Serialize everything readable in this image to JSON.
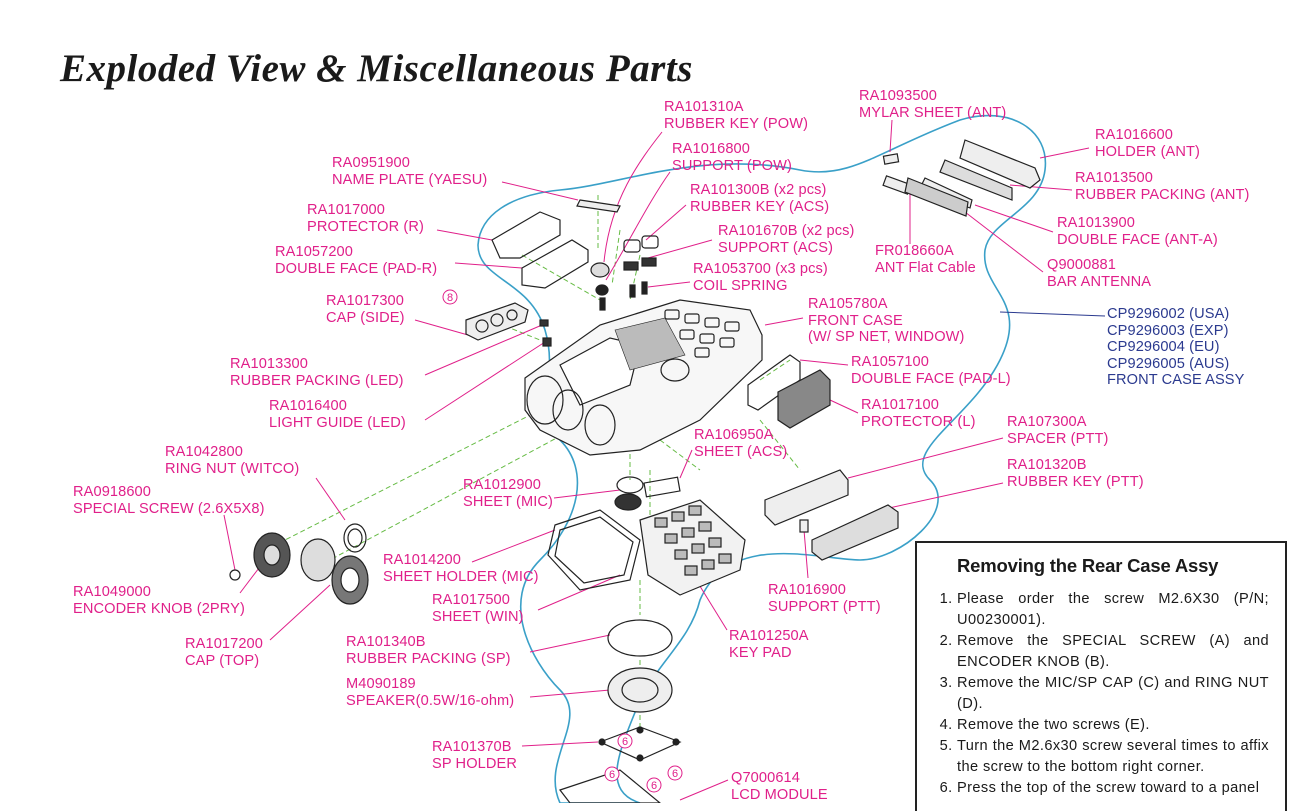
{
  "title": "Exploded View & Miscellaneous Parts",
  "labels": [
    {
      "id": "rubber-key-pow",
      "lines": [
        "RA101310A",
        "RUBBER KEY (POW)"
      ]
    },
    {
      "id": "mylar-sheet-ant",
      "lines": [
        "RA1093500",
        "MYLAR SHEET (ANT)"
      ]
    },
    {
      "id": "support-pow",
      "lines": [
        "RA1016800",
        "SUPPORT (POW)"
      ]
    },
    {
      "id": "name-plate",
      "lines": [
        "RA0951900",
        "NAME PLATE (YAESU)"
      ]
    },
    {
      "id": "holder-ant",
      "lines": [
        "RA1016600",
        "HOLDER (ANT)"
      ]
    },
    {
      "id": "rubber-key-acs",
      "lines": [
        "RA101300B (x2 pcs)",
        "RUBBER KEY (ACS)"
      ]
    },
    {
      "id": "rubber-packing-ant",
      "lines": [
        "RA1013500",
        "RUBBER PACKING (ANT)"
      ]
    },
    {
      "id": "protector-r",
      "lines": [
        "RA1017000",
        "PROTECTOR (R)"
      ]
    },
    {
      "id": "support-acs",
      "lines": [
        "RA101670B (x2 pcs)",
        "SUPPORT (ACS)"
      ]
    },
    {
      "id": "double-face-ant-a",
      "lines": [
        "RA1013900",
        "DOUBLE FACE (ANT-A)"
      ]
    },
    {
      "id": "double-face-pad-r",
      "lines": [
        "RA1057200",
        "DOUBLE FACE (PAD-R)"
      ]
    },
    {
      "id": "ant-flat-cable",
      "lines": [
        "FR018660A",
        "ANT Flat Cable"
      ]
    },
    {
      "id": "coil-spring",
      "lines": [
        "RA1053700 (x3 pcs)",
        "COIL SPRING"
      ]
    },
    {
      "id": "bar-antenna",
      "lines": [
        "Q9000881",
        "BAR ANTENNA"
      ]
    },
    {
      "id": "cap-side",
      "lines": [
        "RA1017300",
        "CAP (SIDE)"
      ]
    },
    {
      "id": "front-case",
      "lines": [
        "RA105780A",
        "FRONT CASE",
        "(W/ SP NET, WINDOW)"
      ]
    },
    {
      "id": "rubber-packing-led",
      "lines": [
        "RA1013300",
        "RUBBER PACKING (LED)"
      ]
    },
    {
      "id": "double-face-pad-l",
      "lines": [
        "RA1057100",
        "DOUBLE FACE (PAD-L)"
      ]
    },
    {
      "id": "light-guide-led",
      "lines": [
        "RA1016400",
        "LIGHT GUIDE (LED)"
      ]
    },
    {
      "id": "protector-l",
      "lines": [
        "RA1017100",
        "PROTECTOR (L)"
      ]
    },
    {
      "id": "spacer-ptt",
      "lines": [
        "RA107300A",
        "SPACER  (PTT)"
      ]
    },
    {
      "id": "sheet-acs",
      "lines": [
        "RA106950A",
        "SHEET (ACS)"
      ]
    },
    {
      "id": "ring-nut",
      "lines": [
        "RA1042800",
        "RING NUT (WITCO)"
      ]
    },
    {
      "id": "rubber-key-ptt",
      "lines": [
        "RA101320B",
        "RUBBER KEY (PTT)"
      ]
    },
    {
      "id": "special-screw",
      "lines": [
        "RA0918600",
        "SPECIAL SCREW (2.6X5X8)"
      ]
    },
    {
      "id": "sheet-mic",
      "lines": [
        "RA1012900",
        "SHEET (MIC)"
      ]
    },
    {
      "id": "sheet-holder-mic",
      "lines": [
        "RA1014200",
        "SHEET HOLDER (MIC)"
      ]
    },
    {
      "id": "support-ptt",
      "lines": [
        "RA1016900",
        "SUPPORT (PTT)"
      ]
    },
    {
      "id": "encoder-knob",
      "lines": [
        "RA1049000",
        "ENCODER KNOB (2PRY)"
      ]
    },
    {
      "id": "sheet-win",
      "lines": [
        "RA1017500",
        "SHEET (WIN)"
      ]
    },
    {
      "id": "key-pad",
      "lines": [
        "RA101250A",
        "KEY PAD"
      ]
    },
    {
      "id": "cap-top",
      "lines": [
        "RA1017200",
        "CAP (TOP)"
      ]
    },
    {
      "id": "rubber-packing-sp",
      "lines": [
        "RA101340B",
        "RUBBER PACKING (SP)"
      ]
    },
    {
      "id": "speaker",
      "lines": [
        "M4090189",
        "SPEAKER(0.5W/16-ohm)"
      ]
    },
    {
      "id": "sp-holder",
      "lines": [
        "RA101370B",
        "SP HOLDER"
      ]
    },
    {
      "id": "lcd-module",
      "lines": [
        "Q7000614",
        "LCD MODULE"
      ]
    }
  ],
  "assy_label": {
    "lines": [
      "CP9296002 (USA)",
      "CP9296003 (EXP)",
      "CP9296004 (EU)",
      "CP9296005 (AUS)",
      "FRONT CASE ASSY"
    ]
  },
  "screw_marks": {
    "side": "8",
    "bottom": "6"
  },
  "rear_case": {
    "heading": "Removing the Rear Case Assy",
    "steps": [
      "Please order the screw M2.6X30 (P/N; U00230001).",
      "Remove the SPECIAL SCREW (A) and ENCODER KNOB (B).",
      "Remove the MIC/SP CAP (C) and RING NUT (D).",
      "Remove the two screws (E).",
      "Turn the M2.6x30 screw several times to affix the screw to the bottom right corner.",
      "Press the top of the screw toward to a panel"
    ]
  },
  "colors": {
    "label": "#e0208a",
    "assy": "#2b3a8f",
    "outline": "#3aa0c8",
    "guide": "#66bb44",
    "drawing": "#222222"
  }
}
